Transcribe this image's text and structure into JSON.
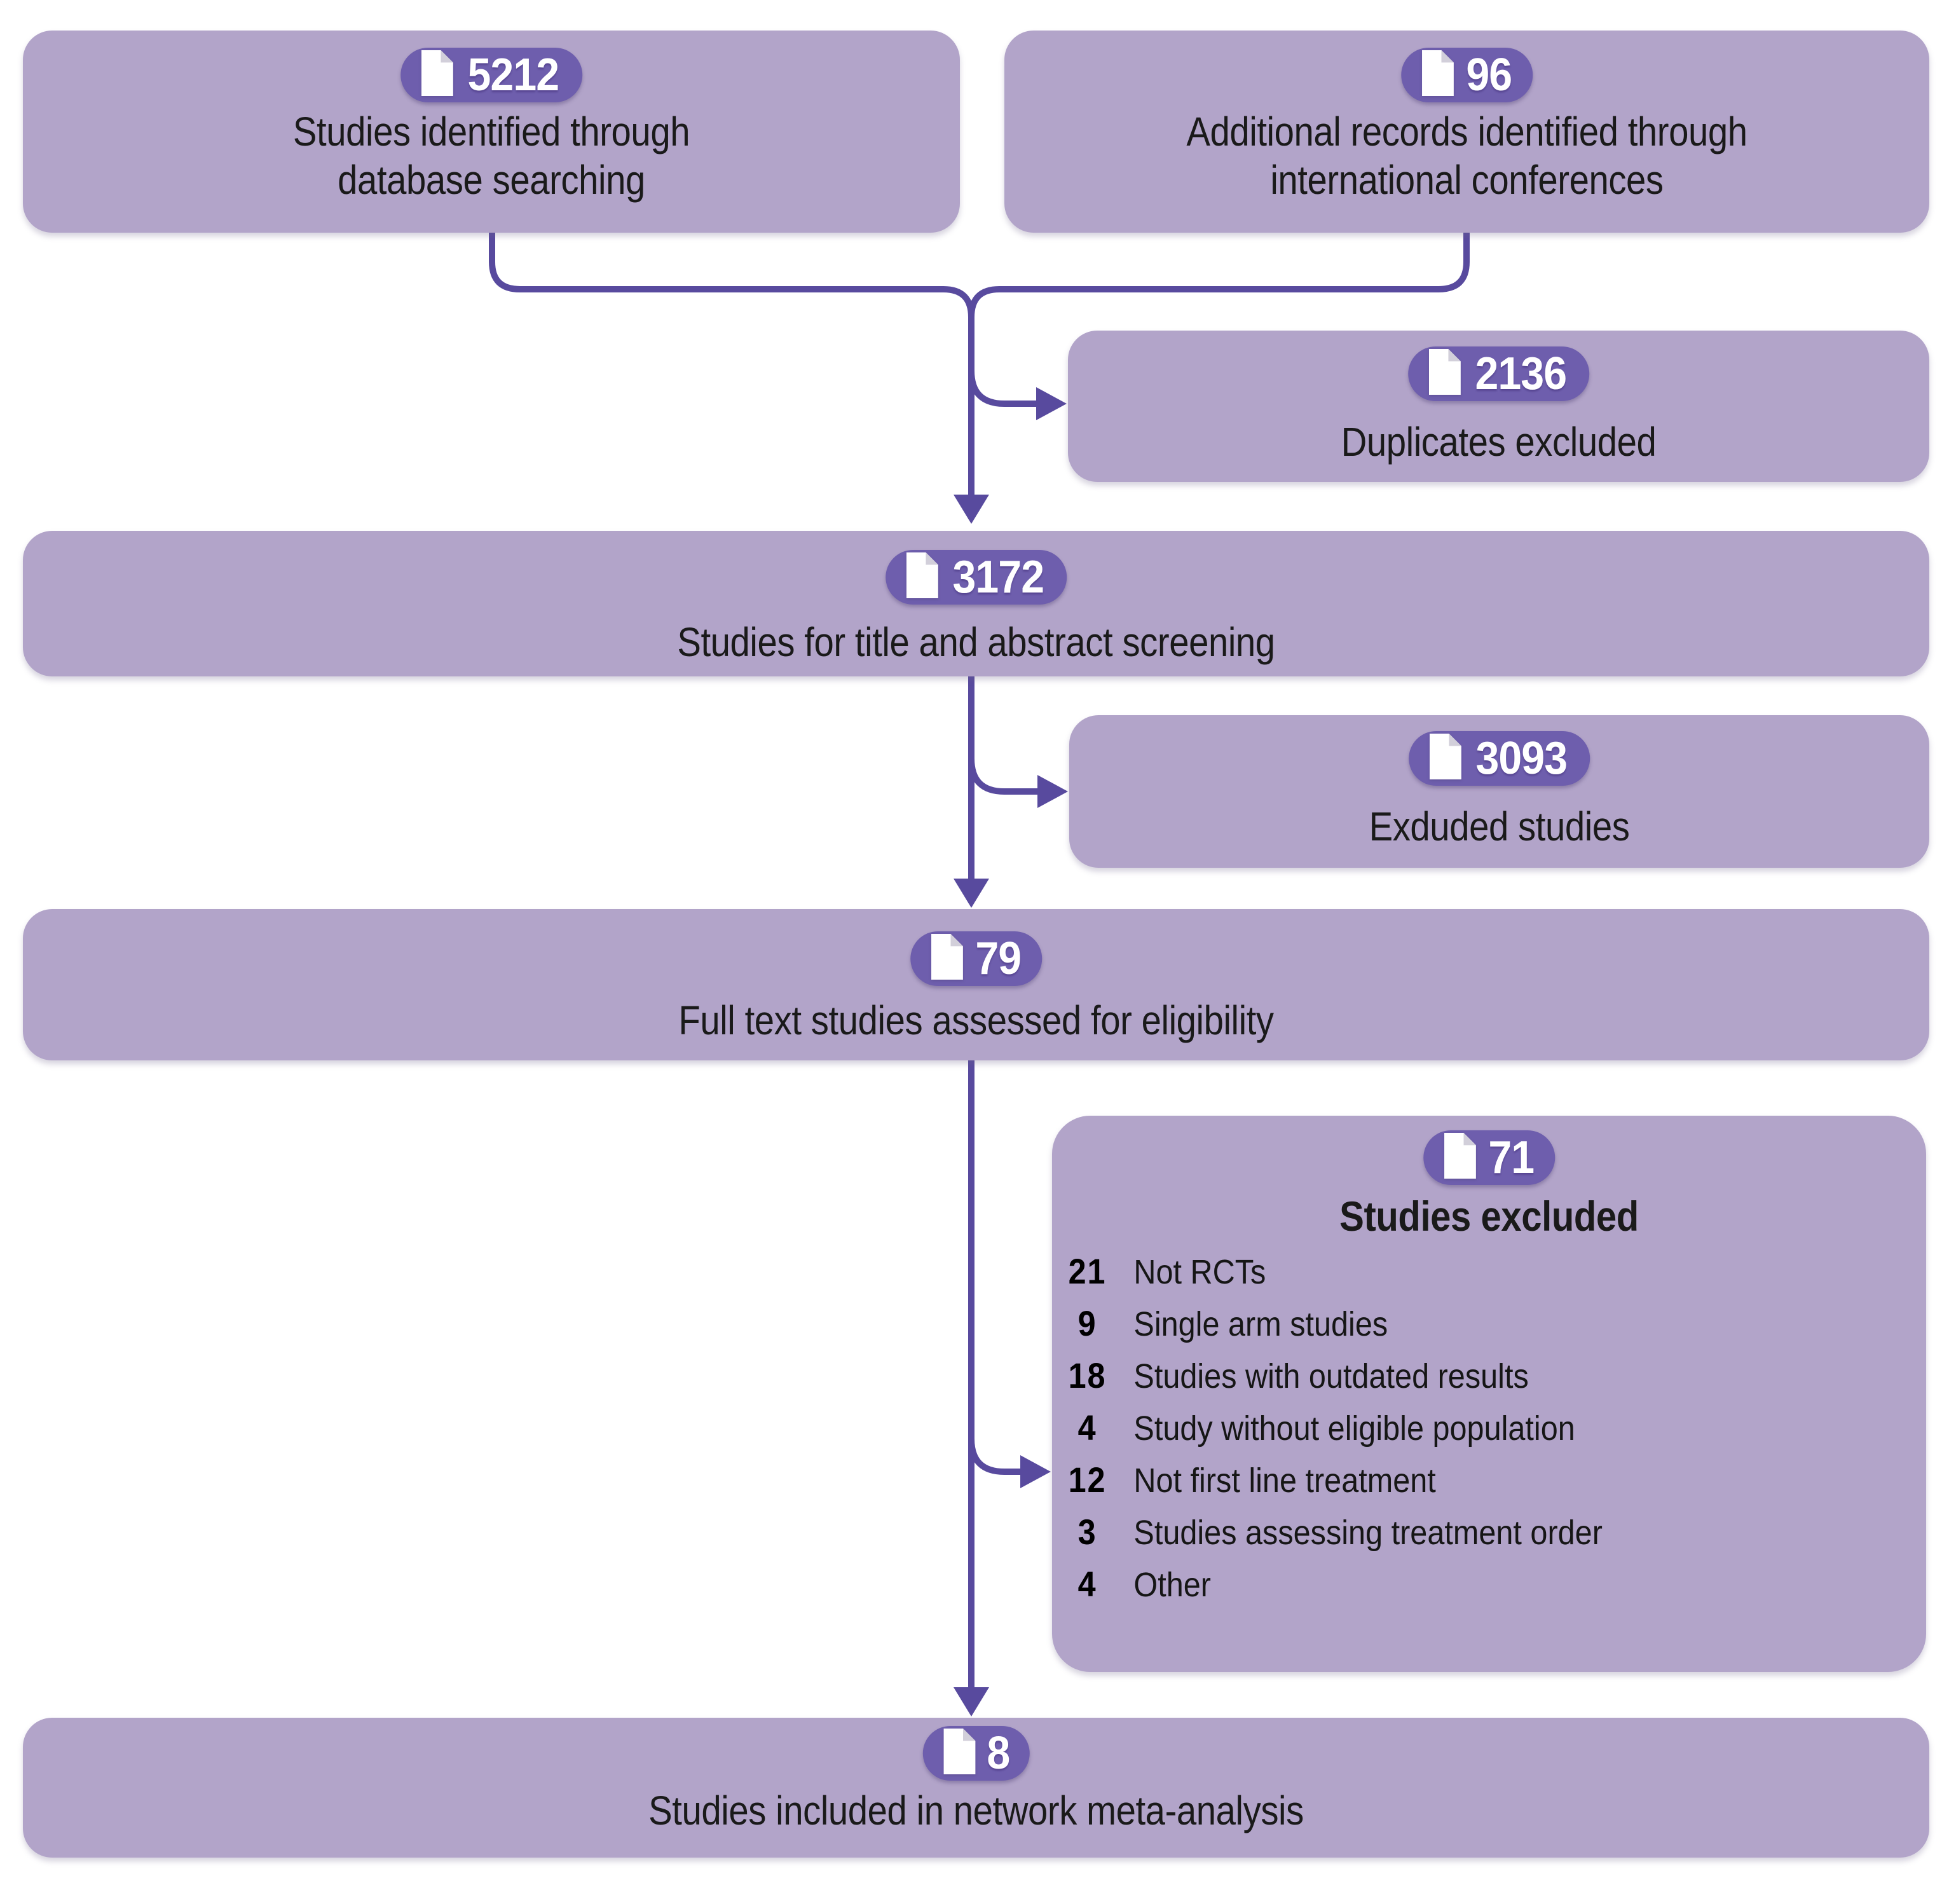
{
  "figure": {
    "type": "prisma-flow-diagram",
    "colors": {
      "box_fill": "#b2a4c9",
      "badge_fill": "#6e5ead",
      "connector": "#584a9e",
      "text": "#1a1a1a",
      "badge_text": "#ffffff",
      "icon_fold": "#d2cfda"
    }
  },
  "boxes": {
    "identified": {
      "count": "5212",
      "line1": "Studies identified through",
      "line2": "database searching"
    },
    "additional": {
      "count": "96",
      "line1": "Additional records identified through",
      "line2": "international conferences"
    },
    "duplicates": {
      "count": "2136",
      "line1": "Duplicates excluded"
    },
    "screening": {
      "count": "3172",
      "line1": "Studies for title and abstract screening"
    },
    "excluded_screening": {
      "count": "3093",
      "line1": "Exduded studies"
    },
    "fulltext": {
      "count": "79",
      "line1": "Full text studies assessed for eligibility"
    },
    "excluded_fulltext": {
      "count": "71",
      "title": "Studies excluded",
      "reasons": [
        {
          "n": "21",
          "label": "Not RCTs"
        },
        {
          "n": "9",
          "label": "Single arm studies"
        },
        {
          "n": "18",
          "label": "Studies with outdated results"
        },
        {
          "n": "4",
          "label": "Study without eligible population"
        },
        {
          "n": "12",
          "label": "Not first line treatment"
        },
        {
          "n": "3",
          "label": "Studies assessing treatment order"
        },
        {
          "n": "4",
          "label": "Other"
        }
      ]
    },
    "included": {
      "count": "8",
      "line1": "Studies included in network meta-analysis"
    }
  }
}
